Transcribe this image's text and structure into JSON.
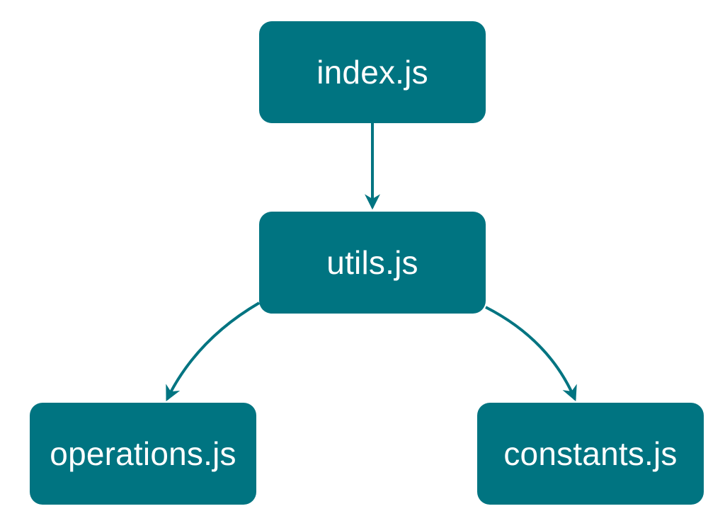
{
  "nodes": {
    "index": {
      "label": "index.js"
    },
    "utils": {
      "label": "utils.js"
    },
    "operations": {
      "label": "operations.js"
    },
    "constants": {
      "label": "constants.js"
    }
  },
  "edges": [
    {
      "from": "index.js",
      "to": "utils.js"
    },
    {
      "from": "utils.js",
      "to": "operations.js"
    },
    {
      "from": "utils.js",
      "to": "constants.js"
    }
  ],
  "colors": {
    "node_fill": "#007481",
    "node_text": "#ffffff",
    "edge": "#007481",
    "background": "#ffffff"
  }
}
